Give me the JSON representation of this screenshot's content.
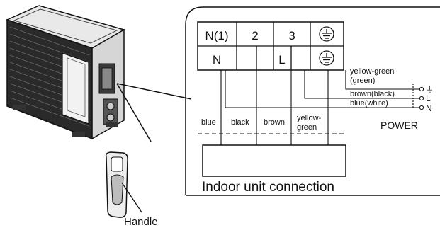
{
  "terminal_block": {
    "top_row": [
      "N(1)",
      "2",
      "3"
    ],
    "bottom_row": [
      "N",
      "",
      "L"
    ],
    "ground_symbol": "earth-ground-icon"
  },
  "power": {
    "label": "POWER",
    "wires": [
      {
        "color_text_1": "yellow-green",
        "color_text_2": "(green)",
        "terminal": "⏚"
      },
      {
        "color_text_1": "brown(black)",
        "terminal": "L"
      },
      {
        "color_text_1": "blue(white)",
        "terminal": "N"
      }
    ]
  },
  "indoor_wires": {
    "labels": [
      "blue",
      "black",
      "brown",
      "yellow-",
      "green"
    ]
  },
  "indoor_connection_label": "Indoor unit connection",
  "handle_label": "Handle"
}
